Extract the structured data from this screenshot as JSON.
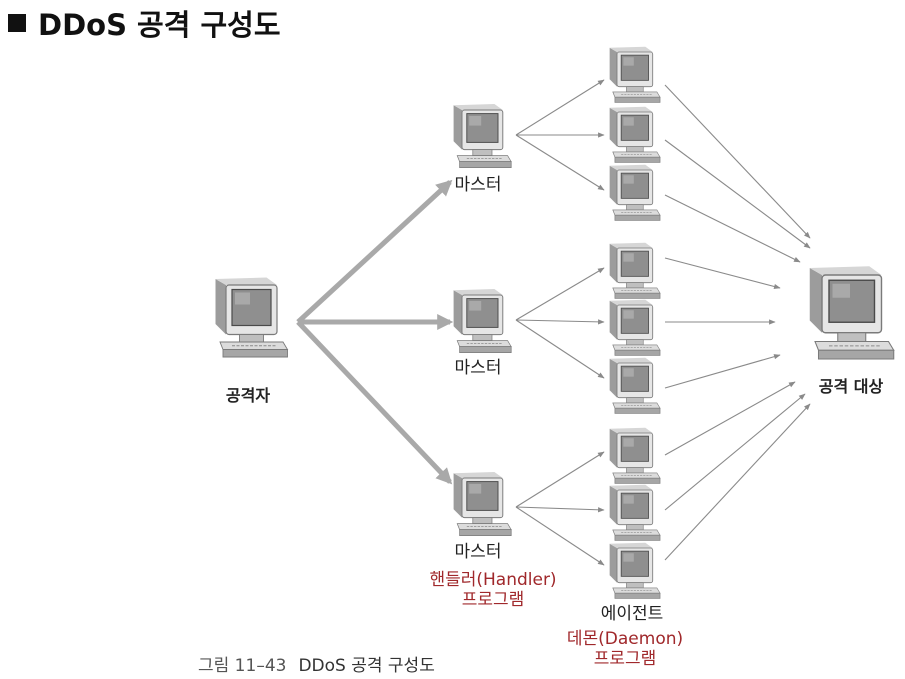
{
  "header": {
    "title": "DDoS 공격 구성도"
  },
  "nodes": {
    "attacker_label": "공격자",
    "master_label": "마스터",
    "target_label": "공격 대상",
    "handler_program_line1": "핸들러(Handler)",
    "handler_program_line2": "프로그램",
    "agent_label": "에이전트",
    "daemon_program_line1": "데몬(Daemon)",
    "daemon_program_line2": "프로그램"
  },
  "caption": {
    "figure_number": "그림 11–43",
    "text": "DDoS 공격 구성도"
  },
  "icons": {
    "computer": "computer-icon"
  },
  "colors": {
    "thick_arrow": "#a9a9a9",
    "thin_arrow": "#8a8a8a",
    "program_text": "#a0282b"
  }
}
